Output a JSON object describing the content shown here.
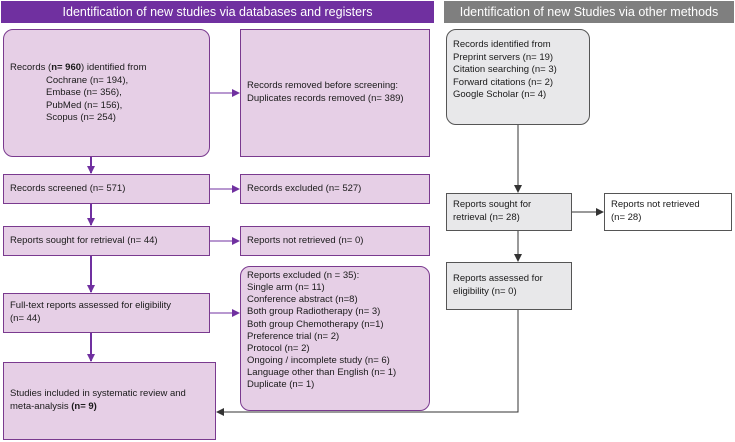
{
  "headers": {
    "left": "Identification of new studies via databases and registers",
    "right": "Identification of new Studies via other methods"
  },
  "left": {
    "records_identified": {
      "prefix": "Records (",
      "bold": "n= 960",
      "suffix": ") identified from",
      "sources": [
        "Cochrane (n= 194),",
        "Embase (n= 356),",
        "PubMed (n= 156),",
        "Scopus (n= 254)"
      ]
    },
    "records_removed": [
      "Records removed before screening:",
      "Duplicates records removed (n= 389)"
    ],
    "records_screened": "Records screened (n= 571)",
    "records_excluded": "Records excluded (n= 527)",
    "reports_sought": "Reports sought for retrieval (n= 44)",
    "reports_not_retrieved": "Reports not retrieved (n= 0)",
    "fulltext_assessed": [
      "Full-text reports assessed for eligibility",
      "(n= 44)"
    ],
    "reports_excluded": [
      "Reports excluded (n = 35):",
      "Single arm (n= 11)",
      "Conference abstract (n=8)",
      "Both group Radiotherapy (n= 3)",
      "Both group Chemotherapy (n=1)",
      "Preference trial (n= 2)",
      "Protocol (n= 2)",
      "Ongoing / incomplete study (n= 6)",
      "Language other than English (n= 1)",
      "Duplicate (n= 1)"
    ],
    "studies_included": {
      "line1": "Studies included in systematic review and",
      "line2": "meta-analysis ",
      "bold": "(n= 9)"
    }
  },
  "right": {
    "records_identified": [
      "Records identified from",
      "Preprint servers (n= 19)",
      "Citation searching (n= 3)",
      "Forward citations (n= 2)",
      "Google Scholar (n= 4)"
    ],
    "reports_sought": [
      "Reports sought for",
      "retrieval (n= 28)"
    ],
    "reports_not_retrieved": [
      "Reports not retrieved",
      "(n= 28)"
    ],
    "reports_assessed": [
      "Reports assessed  for",
      "eligibility (n= 0)"
    ]
  },
  "colors": {
    "header_left": "#7030a0",
    "header_right": "#7f7f7f",
    "box_fill_left": "#e6cfe6",
    "box_fill_right": "#e8e8ea",
    "arrow_left": "#7030a0",
    "arrow_right": "#333333"
  }
}
